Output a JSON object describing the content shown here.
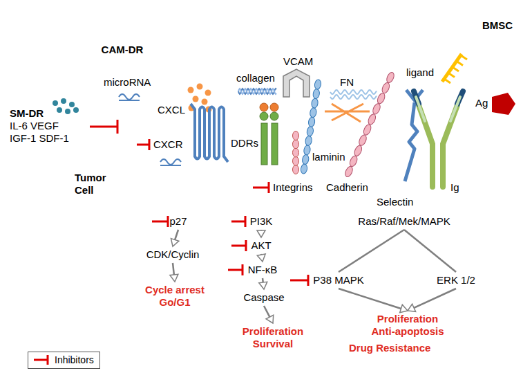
{
  "diagram": {
    "nodes": [
      {
        "text": [
          "BMSC"
        ]
      },
      {
        "text": [
          "CAM-DR"
        ]
      },
      {
        "text": [
          "SM-DR",
          "IL-6 VEGF",
          "IGF-1 SDF-1"
        ]
      },
      {
        "text": [
          "Tumor Cell"
        ]
      },
      {
        "text": [
          "p27"
        ],
        "in": 3
      },
      {
        "text": [
          "CDK/Cyclin"
        ],
        "in": 3
      },
      {
        "text": [
          "Cycle arrest Go/G1"
        ],
        "in": 3
      },
      {
        "text": [
          "PI3K"
        ],
        "in": 3
      },
      {
        "text": [
          "AKT"
        ],
        "in": 3
      },
      {
        "text": [
          "NF-κB"
        ],
        "in": 3
      },
      {
        "text": [
          "Caspase"
        ],
        "in": 3
      },
      {
        "text": [
          "Proliferation Survival"
        ],
        "in": 3
      },
      {
        "text": [
          "Ras/Raf/Mek/MAPK"
        ],
        "in": 3
      },
      {
        "text": [
          "P38 MAPK"
        ],
        "in": 3
      },
      {
        "text": [
          "ERK 1/2"
        ],
        "in": 3
      },
      {
        "text": [
          "Proliferation Anti-apoptosis"
        ],
        "in": 3
      }
    ],
    "edges": [
      {
        "from": 4,
        "to": 5,
        "arrow": "to"
      },
      {
        "from": 5,
        "to": 6,
        "arrow": "to"
      },
      {
        "from": 7,
        "to": 8,
        "arrow": "to"
      },
      {
        "from": 8,
        "to": 9,
        "arrow": "to"
      },
      {
        "from": 9,
        "to": 10,
        "arrow": "to"
      },
      {
        "from": 10,
        "to": 11,
        "arrow": "to"
      },
      {
        "from": 12,
        "to": 13,
        "arrow": "none"
      },
      {
        "from": 12,
        "to": 14,
        "arrow": "none"
      },
      {
        "from": 13,
        "to": 15,
        "arrow": "to"
      },
      {
        "from": 14,
        "to": 15,
        "arrow": "to"
      }
    ],
    "labels": [
      "microRNA",
      "CXCL",
      "collagen",
      "VCAM",
      "FN",
      "ligand",
      "Ag",
      "CXCR",
      "DDRs",
      "Integrins",
      "laminin",
      "Cadherin",
      "Selectin",
      "Ig",
      "Drug Resistance"
    ],
    "legend": [
      {
        "text": "Inhibitors"
      }
    ]
  }
}
